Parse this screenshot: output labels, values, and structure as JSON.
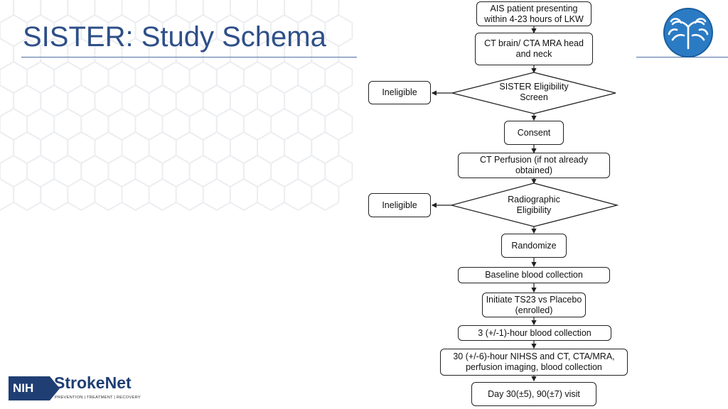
{
  "slide": {
    "title": "SISTER: Study Schema"
  },
  "flowchart": {
    "steps": [
      "AIS patient presenting within 4-23 hours of LKW",
      "CT brain/ CTA MRA head and neck",
      "SISTER Eligibility Screen",
      "Consent",
      "CT Perfusion (if not already obtained)",
      "Radiographic Eligibility",
      "Randomize",
      "Baseline blood collection",
      "Initiate TS23 vs Placebo (enrolled)",
      "3 (+/-1)-hour blood collection",
      "30 (+/-6)-hour NIHSS and CT, CTA/MRA, perfusion imaging, blood collection",
      "Day 30(±5), 90(±7) visit"
    ],
    "ineligible_outcome_1": "Ineligible",
    "ineligible_outcome_2": "Ineligible"
  },
  "branding": {
    "nih_mark": "NIH",
    "network_name": "StrokeNet",
    "tagline": "PREVENTION | TREATMENT | RECOVERY",
    "logo_icon": "brain-network-logo",
    "brand_color": "#1f3e73",
    "accent_color": "#2b7bc4"
  }
}
